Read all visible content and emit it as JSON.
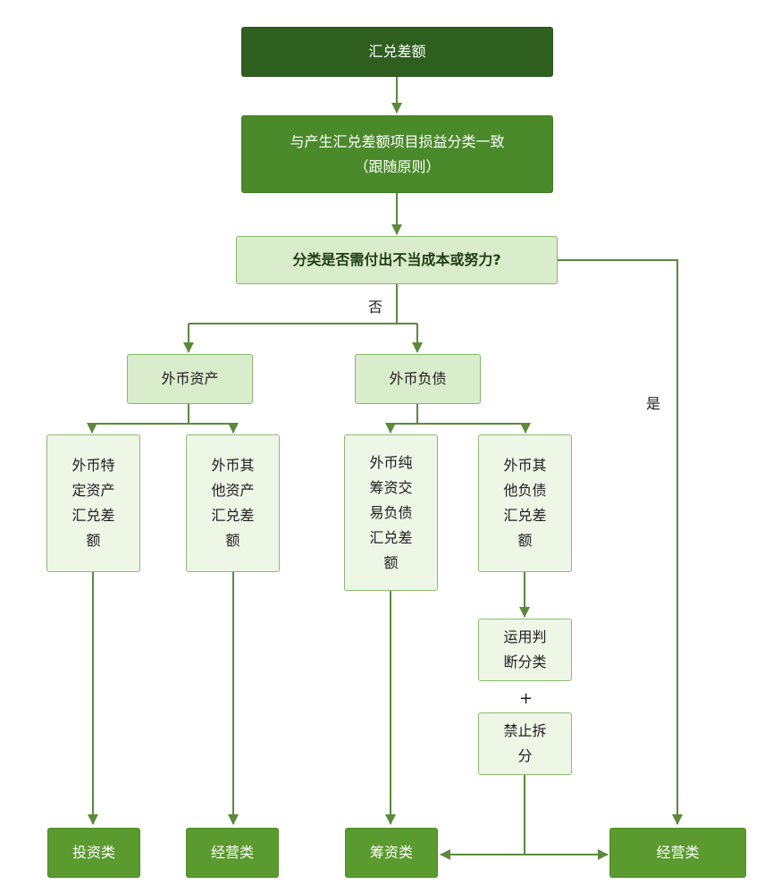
{
  "nodes": {
    "root": "汇兑差额",
    "principle": "与产生汇兑差额项目损益分类一致（跟随原则）",
    "question": "分类是否需付出不当成本或努力?",
    "fc_assets": "外币资产",
    "fc_liabilities": "外币负债",
    "specific_assets": "外币特定资产汇兑差额",
    "other_assets": "外币其他资产汇兑差额",
    "financing_liab": "外币纯筹资交易负债汇兑差额",
    "other_liab": "外币其他负债汇兑差额",
    "judgment": "运用判断分类",
    "plus": "+",
    "no_split": "禁止拆分",
    "out_investing": "投资类",
    "out_operating_1": "经营类",
    "out_financing": "筹资类",
    "out_operating_2": "经营类"
  },
  "edge_labels": {
    "no": "否",
    "yes": "是"
  },
  "colors": {
    "line": "#5a8a3a"
  }
}
